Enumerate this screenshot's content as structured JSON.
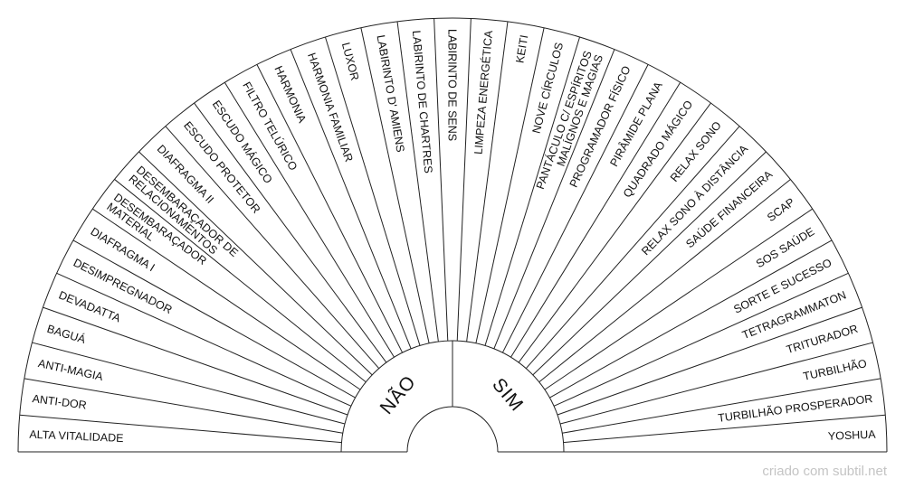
{
  "center": {
    "no_label": "NÃO",
    "yes_label": "SIM"
  },
  "watermark": "criado com subtil.net",
  "sectors": [
    [
      "ALTA VITALIDADE"
    ],
    [
      "ANTI-DOR"
    ],
    [
      "ANTI-MAGIA"
    ],
    [
      "BAGUÁ"
    ],
    [
      "DEVADATTA"
    ],
    [
      "DESIMPREGNADOR"
    ],
    [
      "DIAFRAGMA I"
    ],
    [
      "DESEMBARAÇADOR",
      "MATERIAL"
    ],
    [
      "DESEMBARAÇADOR DE",
      "RELACIONAMENTOS"
    ],
    [
      "DIAFRAGMA II"
    ],
    [
      "ESCUDO PROTETOR"
    ],
    [
      "ESCUDO MÁGICO"
    ],
    [
      "FILTRO TELÚRICO"
    ],
    [
      "HARMONIA"
    ],
    [
      "HARMONIA FAMILIAR"
    ],
    [
      "LUXOR"
    ],
    [
      "LABIRINTO D' AMIENS"
    ],
    [
      "LABIRINTO DE CHARTRES"
    ],
    [
      "LABIRINTO DE SENS"
    ],
    [
      "LIMPEZA ENERGÉTICA"
    ],
    [
      "KEITI"
    ],
    [
      "NOVE CÍRCULOS"
    ],
    [
      "PANTÁCULO C/ ESPÍRITOS",
      "MALÍGNOS E MAGIAS"
    ],
    [
      "PROGRAMADOR FÍSICO"
    ],
    [
      "PIRÂMIDE PLANA"
    ],
    [
      "QUADRADO MÁGICO"
    ],
    [
      "RELAX SONO"
    ],
    [
      "RELAX SONO À DISTÂNCIA"
    ],
    [
      "SAÚDE FINANCEIRA"
    ],
    [
      "SCAP"
    ],
    [
      "SOS SAÚDE"
    ],
    [
      "SORTE E SUCESSO"
    ],
    [
      "TETRAGRAMMATON"
    ],
    [
      "TRITURADOR"
    ],
    [
      "TURBILHÃO"
    ],
    [
      "TURBILHÃO PROSPERADOR"
    ],
    [
      "YOSHUA"
    ]
  ]
}
